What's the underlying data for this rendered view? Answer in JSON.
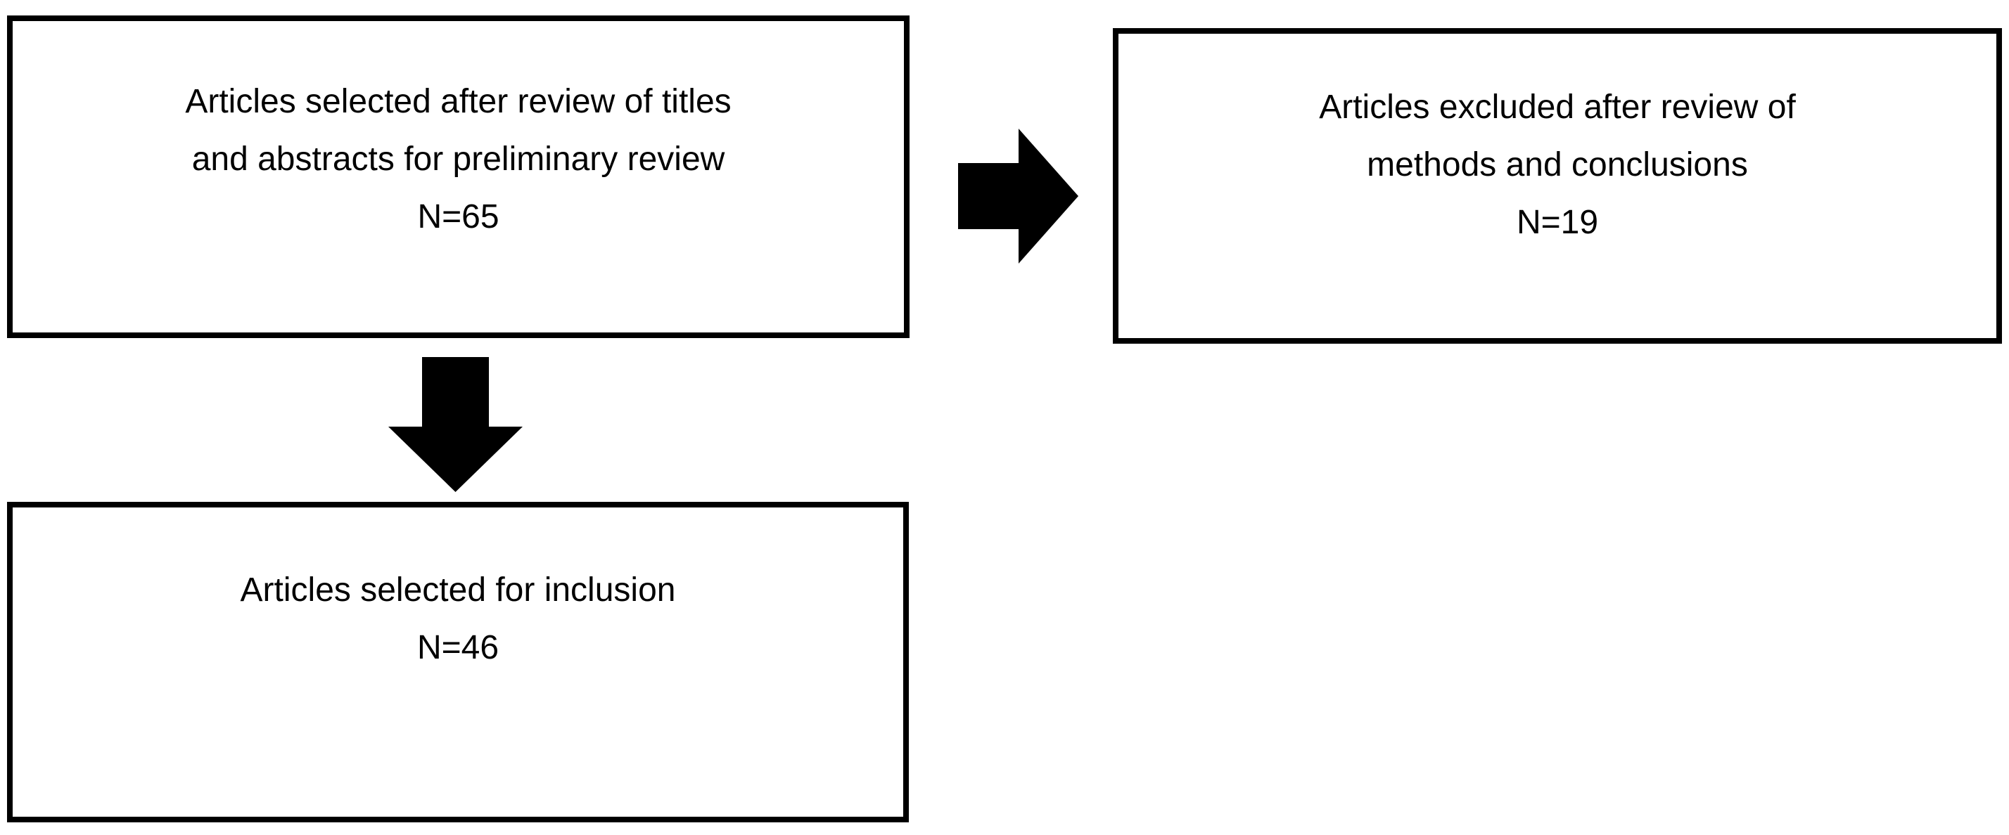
{
  "diagram": {
    "type": "flowchart",
    "colors": {
      "background": "#ffffff",
      "line": "#000000",
      "text": "#000000"
    },
    "nodes": [
      {
        "id": "selected-preliminary",
        "lines": [
          "Articles selected after review of titles",
          "and abstracts for preliminary review",
          "N=65"
        ],
        "count_label": "N=65",
        "count": 65
      },
      {
        "id": "excluded",
        "lines": [
          "Articles excluded after review of",
          "methods and conclusions",
          "N=19"
        ],
        "count_label": "N=19",
        "count": 19
      },
      {
        "id": "included",
        "lines": [
          "Articles selected for inclusion",
          "N=46"
        ],
        "count_label": "N=46",
        "count": 46
      }
    ],
    "arrows": [
      {
        "id": "arrow-right",
        "direction": "right",
        "from": "selected-preliminary",
        "to": "excluded"
      },
      {
        "id": "arrow-down",
        "direction": "down",
        "from": "selected-preliminary",
        "to": "included"
      }
    ]
  }
}
